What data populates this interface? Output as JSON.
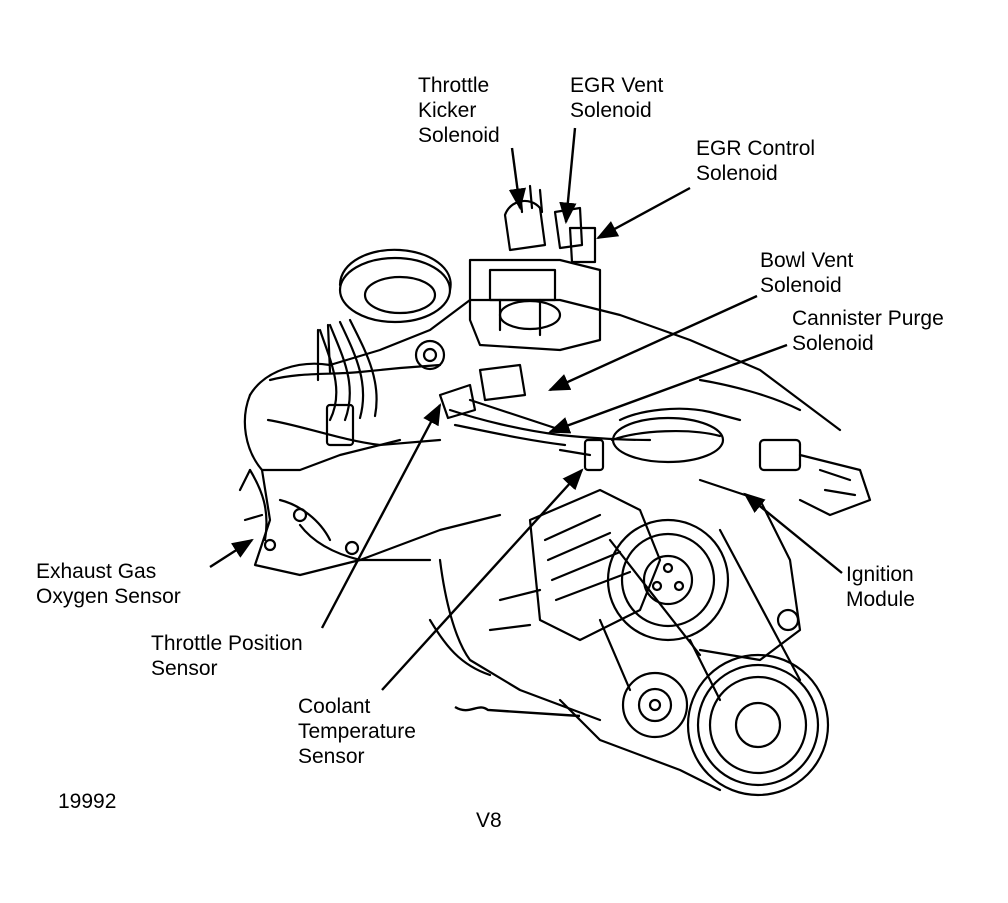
{
  "labels": {
    "throttle_kicker": [
      "Throttle",
      "Kicker",
      "Solenoid"
    ],
    "egr_vent": [
      "EGR Vent",
      "Solenoid"
    ],
    "egr_control": [
      "EGR Control",
      "Solenoid"
    ],
    "bowl_vent": [
      "Bowl Vent",
      "Solenoid"
    ],
    "cannister_purge": [
      "Cannister Purge",
      "Solenoid"
    ],
    "exhaust_gas": [
      "Exhaust Gas",
      "Oxygen Sensor"
    ],
    "throttle_position": [
      "Throttle Position",
      "Sensor"
    ],
    "coolant_temp": [
      "Coolant",
      "Temperature",
      "Sensor"
    ],
    "ignition_module": [
      "Ignition",
      "Module"
    ]
  },
  "figure_number": "19992",
  "caption": "V8"
}
